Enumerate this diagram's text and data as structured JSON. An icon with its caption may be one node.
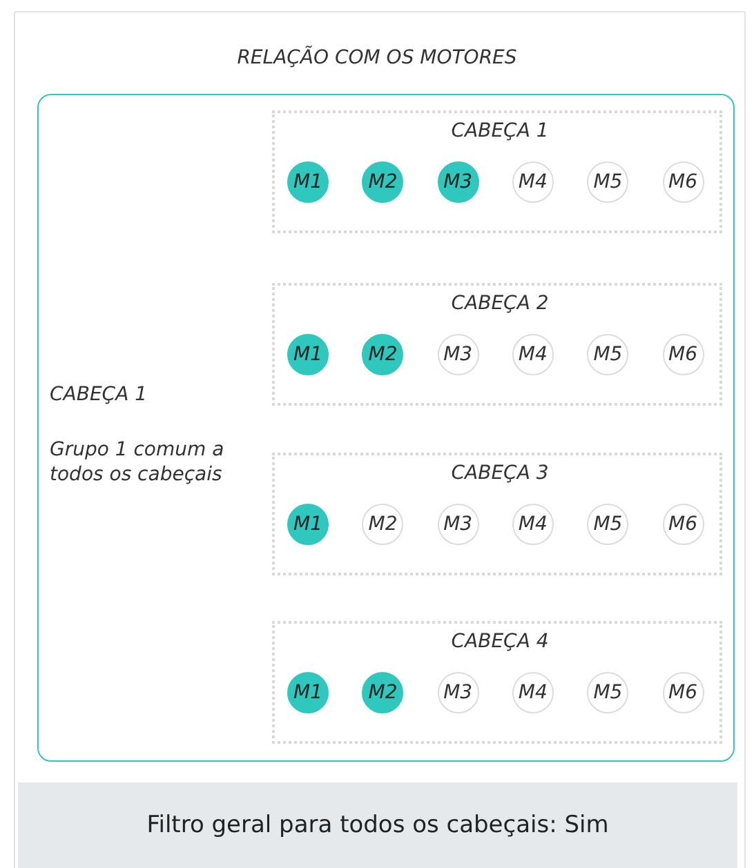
{
  "diagram": {
    "title": "RELAÇÃO COM OS MOTORES",
    "nodes": [
      {
        "text": [
          "CABEÇA 1",
          "Grupo 1 comum a todos os cabeçais"
        ]
      },
      {
        "text": [
          "CABEÇA 1"
        ],
        "in": 0
      },
      {
        "text": [
          "M1"
        ],
        "in": 1
      },
      {
        "text": [
          "M2"
        ],
        "in": 1
      },
      {
        "text": [
          "M3"
        ],
        "in": 1
      },
      {
        "text": [
          "M4"
        ],
        "in": 1
      },
      {
        "text": [
          "M5"
        ],
        "in": 1
      },
      {
        "text": [
          "M6"
        ],
        "in": 1
      },
      {
        "text": [
          "CABEÇA 2"
        ],
        "in": 0
      },
      {
        "text": [
          "M1"
        ],
        "in": 8
      },
      {
        "text": [
          "M2"
        ],
        "in": 8
      },
      {
        "text": [
          "M3"
        ],
        "in": 8
      },
      {
        "text": [
          "M4"
        ],
        "in": 8
      },
      {
        "text": [
          "M5"
        ],
        "in": 8
      },
      {
        "text": [
          "M6"
        ],
        "in": 8
      },
      {
        "text": [
          "CABEÇA 3"
        ],
        "in": 0
      },
      {
        "text": [
          "M1"
        ],
        "in": 15
      },
      {
        "text": [
          "M2"
        ],
        "in": 15
      },
      {
        "text": [
          "M3"
        ],
        "in": 15
      },
      {
        "text": [
          "M4"
        ],
        "in": 15
      },
      {
        "text": [
          "M5"
        ],
        "in": 15
      },
      {
        "text": [
          "M6"
        ],
        "in": 15
      },
      {
        "text": [
          "CABEÇA 4"
        ],
        "in": 0
      },
      {
        "text": [
          "M1"
        ],
        "in": 22
      },
      {
        "text": [
          "M2"
        ],
        "in": 22
      },
      {
        "text": [
          "M3"
        ],
        "in": 22
      },
      {
        "text": [
          "M4"
        ],
        "in": 22
      },
      {
        "text": [
          "M5"
        ],
        "in": 22
      },
      {
        "text": [
          "M6"
        ],
        "in": 22
      },
      {
        "text": [
          "Filtro geral para todos os cabeçais: Sim"
        ]
      }
    ]
  }
}
